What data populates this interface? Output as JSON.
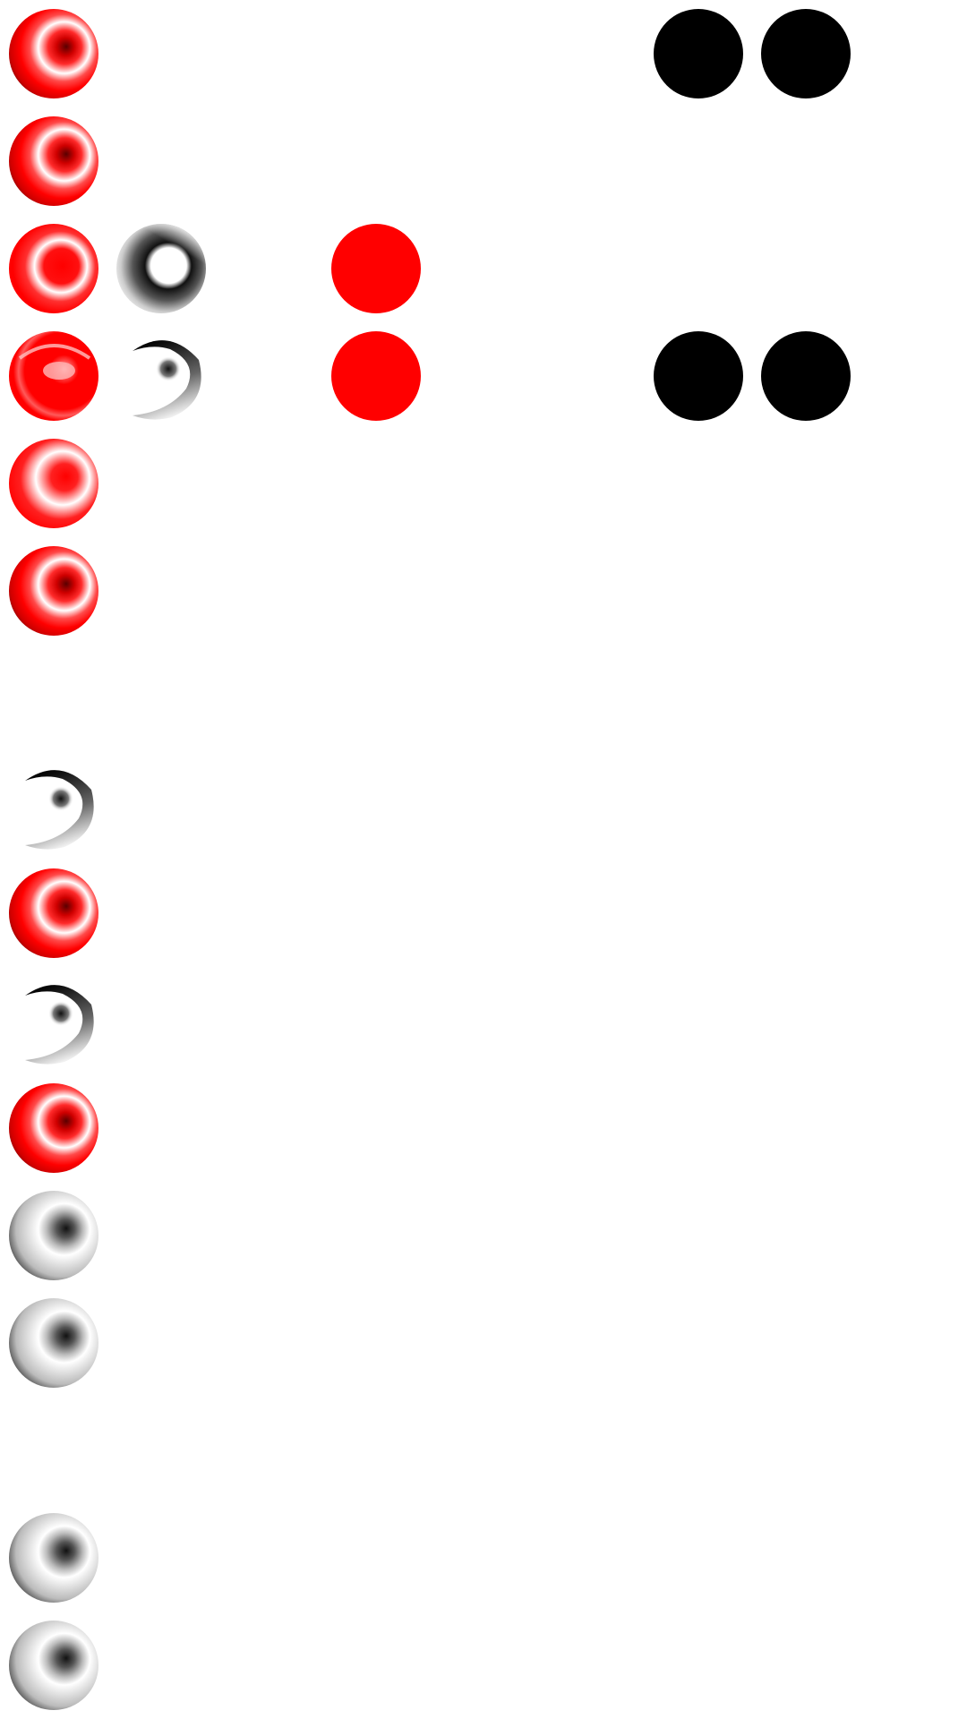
{
  "colors": {
    "background": "#ffffff",
    "red": "#ff0000",
    "dark_red": "#8a0000",
    "black": "#000000",
    "white": "#ffffff"
  },
  "rows": [
    {
      "cells": [
        {
          "col": 0,
          "style": "red-rings"
        },
        {
          "col": 6,
          "style": "solid-black"
        },
        {
          "col": 7,
          "style": "solid-black"
        }
      ]
    },
    {
      "cells": [
        {
          "col": 0,
          "style": "red-rings"
        }
      ]
    },
    {
      "cells": [
        {
          "col": 0,
          "style": "red-soft"
        },
        {
          "col": 1,
          "style": "gray-donut-clipped"
        },
        {
          "col": 3,
          "style": "solid-red"
        }
      ]
    },
    {
      "cells": [
        {
          "col": 0,
          "style": "red-glossy"
        },
        {
          "col": 1,
          "style": "gray-crescent"
        },
        {
          "col": 3,
          "style": "solid-red"
        },
        {
          "col": 6,
          "style": "solid-black"
        },
        {
          "col": 7,
          "style": "solid-black"
        }
      ]
    },
    {
      "cells": [
        {
          "col": 0,
          "style": "red-multiring"
        }
      ]
    },
    {
      "cells": [
        {
          "col": 0,
          "style": "red-rings"
        }
      ]
    },
    {
      "cells": []
    },
    {
      "cells": [
        {
          "col": 0,
          "style": "gray-crescent"
        }
      ]
    },
    {
      "cells": [
        {
          "col": 0,
          "style": "red-rings"
        }
      ]
    },
    {
      "cells": [
        {
          "col": 0,
          "style": "gray-crescent"
        }
      ]
    },
    {
      "cells": [
        {
          "col": 0,
          "style": "red-rings"
        }
      ]
    },
    {
      "cells": [
        {
          "col": 0,
          "style": "gray-rings"
        }
      ]
    },
    {
      "cells": [
        {
          "col": 0,
          "style": "gray-rings"
        }
      ]
    },
    {
      "cells": []
    },
    {
      "cells": [
        {
          "col": 0,
          "style": "gray-rings"
        }
      ]
    },
    {
      "cells": [
        {
          "col": 0,
          "style": "gray-rings"
        }
      ]
    }
  ]
}
